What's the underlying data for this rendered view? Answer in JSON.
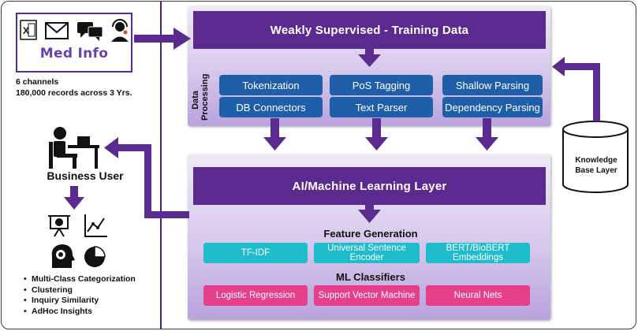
{
  "sources": {
    "brand": "Med Info",
    "channels": "6 channels",
    "records": "180,000 records across 3 Yrs.",
    "icons": [
      "excel-icon",
      "mail-icon",
      "chat-icon",
      "headset-agent-icon"
    ]
  },
  "training": {
    "banner": "Weakly Supervised - Training Data",
    "side_label_line1": "Data",
    "side_label_line2": "Processing",
    "steps": [
      [
        "Tokenization",
        "DB Connectors"
      ],
      [
        "PoS Tagging",
        "Text Parser"
      ],
      [
        "Shallow Parsing",
        "Dependency Parsing"
      ]
    ]
  },
  "knowledge_base": {
    "line1": "Knowledge",
    "line2": "Base Layer"
  },
  "ml": {
    "banner": "AI/Machine Learning Layer",
    "feature_title": "Feature Generation",
    "features": [
      "TF-IDF",
      "Universal Sentence Encoder",
      "BERT/BioBERT Embeddings"
    ],
    "classifier_title": "ML Classifiers",
    "classifiers": [
      "Logistic Regression",
      "Support Vector Machine",
      "Neural Nets"
    ]
  },
  "business_user": {
    "label": "Business User",
    "outputs": [
      "Multi-Class Categorization",
      "Clustering",
      "Inquiry Similarity",
      "AdHoc Insights"
    ],
    "icons": [
      "presentation-icon",
      "line-chart-icon",
      "gear-head-icon",
      "pie-chart-icon"
    ]
  },
  "colors": {
    "purple": "#5a2a8e",
    "blue": "#1f5ea8",
    "teal": "#1fbccb",
    "pink": "#e63f8c"
  }
}
